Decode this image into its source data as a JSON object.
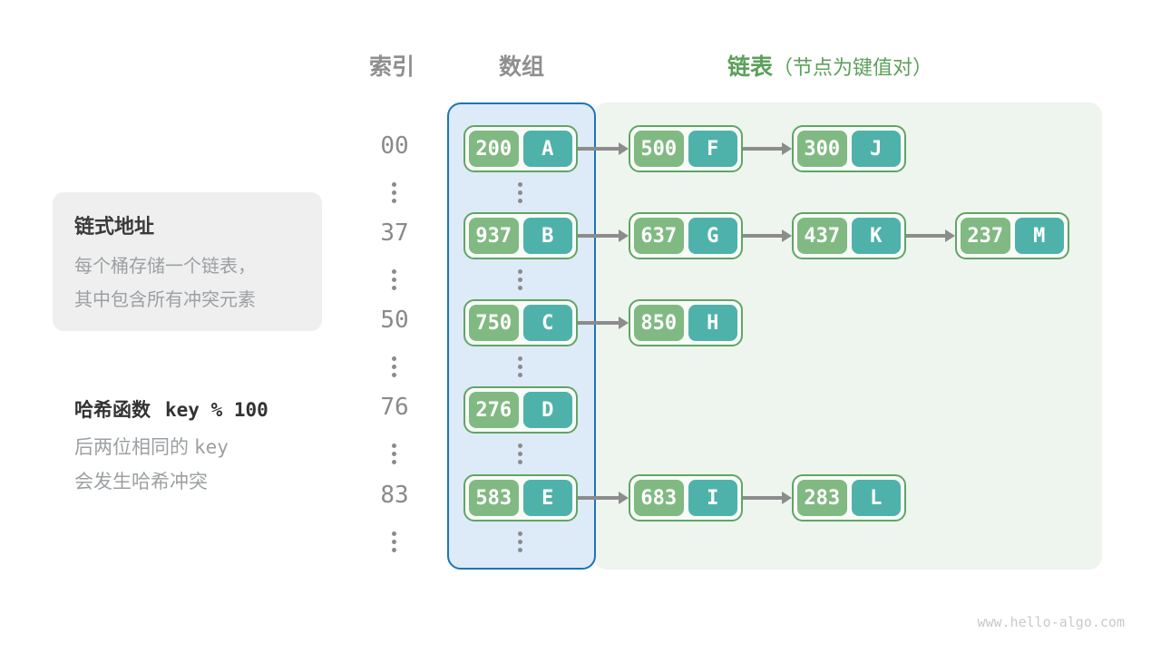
{
  "header": {
    "index_label": "索引",
    "array_label": "数组",
    "list_label": "链表",
    "list_note": "（节点为键值对）"
  },
  "annotations": {
    "box_title": "链式地址",
    "box_lines": [
      "每个桶存储一个链表，",
      "其中包含所有冲突元素"
    ],
    "hash_label": "哈希函数",
    "hash_code": "key % 100",
    "note_line1_text": "后两位相同的",
    "note_line1_code": "key",
    "note_line2": "会发生哈希冲突"
  },
  "rows": [
    {
      "index": "00",
      "array_node": {
        "key": "200",
        "value": "A"
      },
      "chain": [
        {
          "key": "500",
          "value": "F"
        },
        {
          "key": "300",
          "value": "J"
        }
      ]
    },
    {
      "index": "37",
      "array_node": {
        "key": "937",
        "value": "B"
      },
      "chain": [
        {
          "key": "637",
          "value": "G"
        },
        {
          "key": "437",
          "value": "K"
        },
        {
          "key": "237",
          "value": "M"
        }
      ]
    },
    {
      "index": "50",
      "array_node": {
        "key": "750",
        "value": "C"
      },
      "chain": [
        {
          "key": "850",
          "value": "H"
        }
      ]
    },
    {
      "index": "76",
      "array_node": {
        "key": "276",
        "value": "D"
      },
      "chain": []
    },
    {
      "index": "83",
      "array_node": {
        "key": "583",
        "value": "E"
      },
      "chain": [
        {
          "key": "683",
          "value": "I"
        },
        {
          "key": "283",
          "value": "L"
        }
      ]
    }
  ],
  "footer": {
    "site": "www.hello-algo.com"
  },
  "colors": {
    "key_bg": "#81b982",
    "value_bg": "#4fb2aa",
    "node_border": "#60a564",
    "array_bg": "#ddeaf7",
    "array_border": "#1e74b8",
    "list_bg": "#edf5ee",
    "accent_green": "#5ca05c",
    "gray_text": "#8f8f8f",
    "arrow": "#8c8c8c"
  }
}
